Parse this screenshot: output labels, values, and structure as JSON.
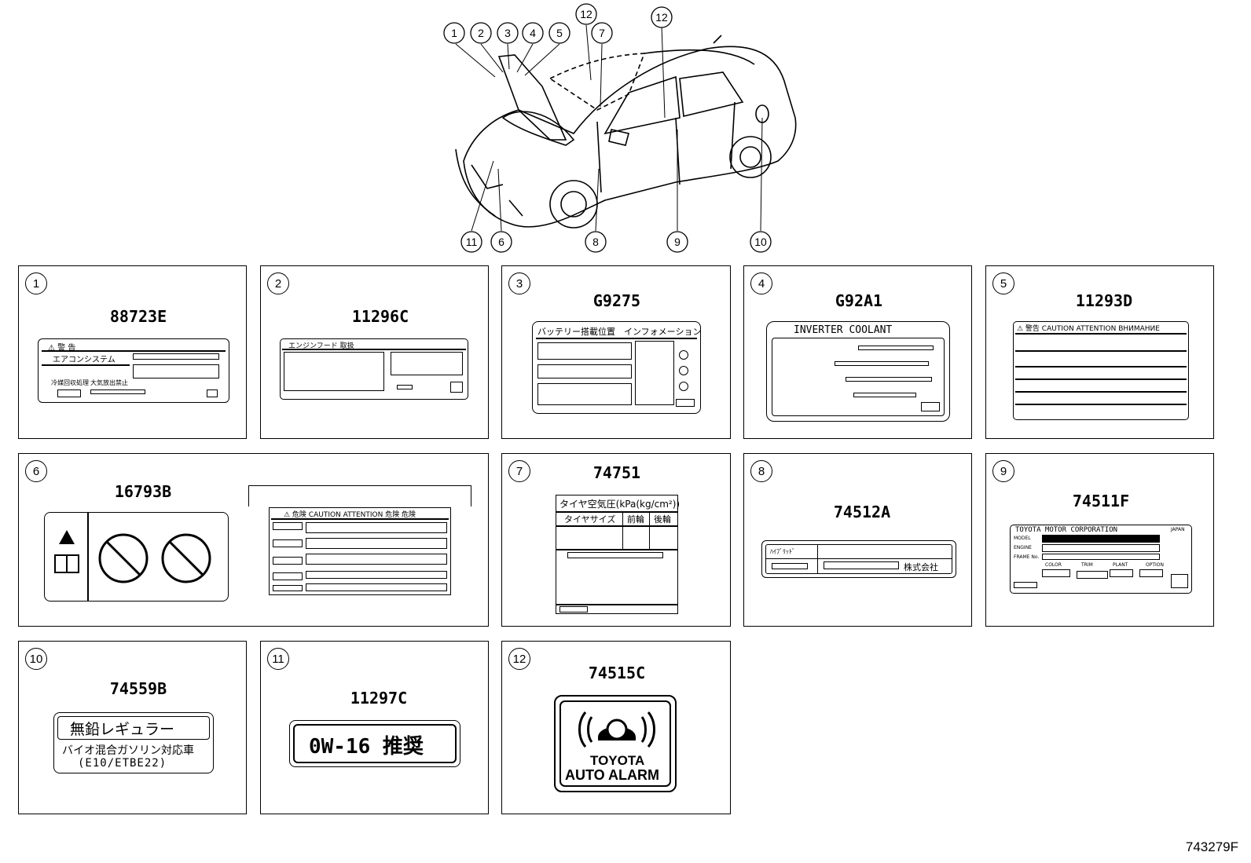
{
  "diagram": {
    "callouts_top": [
      "1",
      "2",
      "3",
      "4",
      "5",
      "12",
      "7",
      "12"
    ],
    "callouts_bottom": [
      "11",
      "6",
      "8",
      "9",
      "10"
    ],
    "drawing_id": "743279F"
  },
  "panels": [
    {
      "no": "1",
      "part": "88723E"
    },
    {
      "no": "2",
      "part": "11296C"
    },
    {
      "no": "3",
      "part": "G9275"
    },
    {
      "no": "4",
      "part": "G92A1"
    },
    {
      "no": "5",
      "part": "11293D"
    },
    {
      "no": "6",
      "part": "16793B"
    },
    {
      "no": "7",
      "part": "74751"
    },
    {
      "no": "8",
      "part": "74512A"
    },
    {
      "no": "9",
      "part": "74511F"
    },
    {
      "no": "10",
      "part": "74559B"
    },
    {
      "no": "11",
      "part": "11297C"
    },
    {
      "no": "12",
      "part": "74515C"
    }
  ],
  "label_text": {
    "l1_warning": "⚠ 警 告",
    "l1_aircon": "エアコンシステム",
    "l1_line3": "冷媒回収処理",
    "l1_line3b": "大気放出禁止",
    "l2_title": "エンジンフード 取扱",
    "l3_title": "バッテリー搭載位置　インフォメーション",
    "l4_title": "INVERTER COOLANT",
    "l5_title": "⚠ 警告 CAUTION ATTENTION ВНИМАНИЕ",
    "l6_title": "⚠ 危険 CAUTION ATTENTION 危険 危険",
    "l7_title": "タイヤ空気圧(kPa(kg/cm²))",
    "l7_size": "タイヤサイズ",
    "l7_front": "前輪",
    "l7_rear": "後輪",
    "l8_left": "ﾊｲﾌﾞﾘｯﾄﾞ",
    "l8_right": "株式会社",
    "l9_maker": "TOYOTA MOTOR CORPORATION",
    "l9_japan": "JAPAN",
    "l9_model": "MODEL",
    "l9_engine": "ENGINE",
    "l9_frame": "FRAME No.",
    "l9_color": "COLOR",
    "l9_trim": "TRIM",
    "l9_plant": "PLANT",
    "l9_option": "OPTION",
    "l10_line1": "無鉛レギュラー",
    "l10_line2": "バイオ混合ガソリン対応車",
    "l10_line3": "(E10/ETBE22)",
    "l11_text": "0W-16 推奨",
    "l12_line1": "TOYOTA",
    "l12_line2": "AUTO ALARM"
  }
}
